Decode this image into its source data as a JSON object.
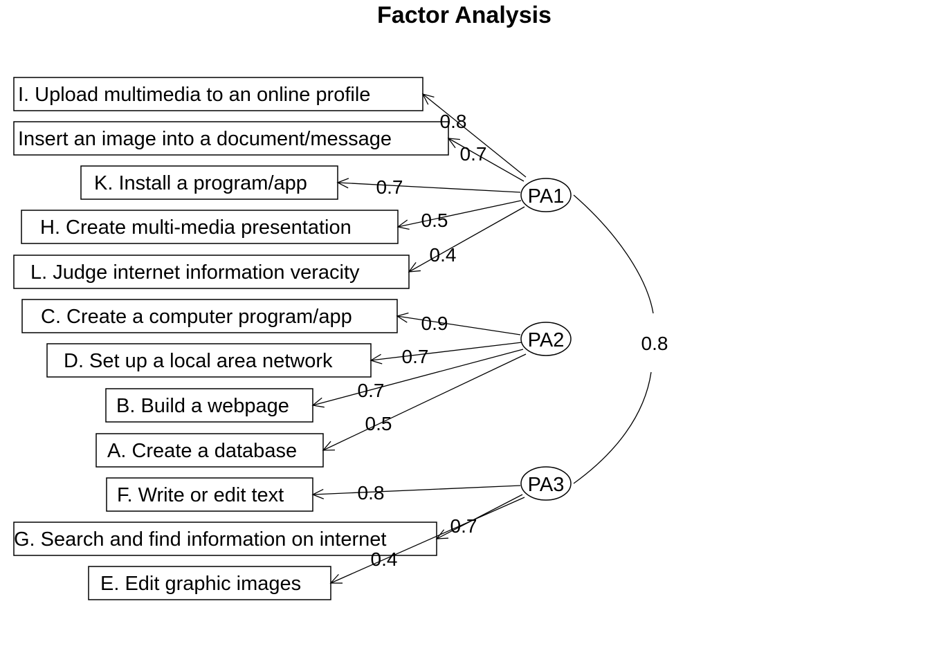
{
  "title": "Factor Analysis",
  "factors": [
    {
      "id": "PA1",
      "label": "PA1"
    },
    {
      "id": "PA2",
      "label": "PA2"
    },
    {
      "id": "PA3",
      "label": "PA3"
    }
  ],
  "items": [
    {
      "id": "I",
      "label": "I. Upload multimedia to an online profile",
      "factor": "PA1",
      "loading": "0.8"
    },
    {
      "id": "J",
      "label": "Insert an image into a document/message",
      "factor": "PA1",
      "loading": "0.7"
    },
    {
      "id": "K",
      "label": "K. Install a program/app",
      "factor": "PA1",
      "loading": "0.7"
    },
    {
      "id": "H",
      "label": "H. Create multi-media presentation",
      "factor": "PA1",
      "loading": "0.5"
    },
    {
      "id": "L",
      "label": "L. Judge internet information veracity",
      "factor": "PA1",
      "loading": "0.4"
    },
    {
      "id": "C",
      "label": "C. Create a computer program/app",
      "factor": "PA2",
      "loading": "0.9"
    },
    {
      "id": "D",
      "label": "D. Set up a local area network",
      "factor": "PA2",
      "loading": "0.7"
    },
    {
      "id": "B",
      "label": "B. Build a webpage",
      "factor": "PA2",
      "loading": "0.7"
    },
    {
      "id": "A",
      "label": "A. Create a database",
      "factor": "PA2",
      "loading": "0.5"
    },
    {
      "id": "F",
      "label": "F. Write or edit text",
      "factor": "PA3",
      "loading": "0.8"
    },
    {
      "id": "G",
      "label": "G. Search and find information on internet",
      "factor": "PA3",
      "loading": "0.7"
    },
    {
      "id": "E",
      "label": "E. Edit graphic images",
      "factor": "PA3",
      "loading": "0.4"
    }
  ],
  "correlations": [
    {
      "from": "PA1",
      "to": "PA3",
      "value": "0.8"
    }
  ]
}
